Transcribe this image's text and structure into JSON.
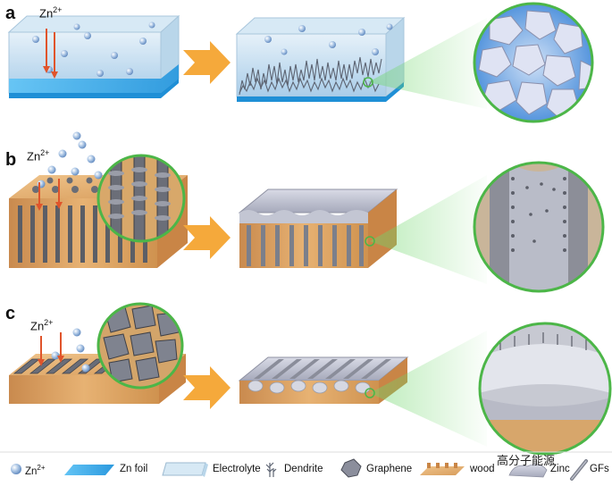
{
  "panels": {
    "a": {
      "label": "a"
    },
    "b": {
      "label": "b"
    },
    "c": {
      "label": "c"
    }
  },
  "ion_label": {
    "base": "Zn",
    "charge": "2+"
  },
  "legend": {
    "zn_ion": {
      "base": "Zn",
      "charge": "2+"
    },
    "zn_foil": "Zn foil",
    "electrolyte": "Electrolyte",
    "dendrite": "Dendrite",
    "graphene": "Graphene",
    "wood": "wood",
    "zinc": "Zinc",
    "gfs": "GFs"
  },
  "watermark": "高分子能源",
  "colors": {
    "electrolyte": "#bcd8ec",
    "zn_foil": "#3aa8e6",
    "wood": "#e3a964",
    "zinc": "#b9bccb",
    "arrow": "#f5a93b",
    "zoom_ring": "#4cb648",
    "ion": "#8fb0d6",
    "ion_arrow": "#e0542b"
  }
}
